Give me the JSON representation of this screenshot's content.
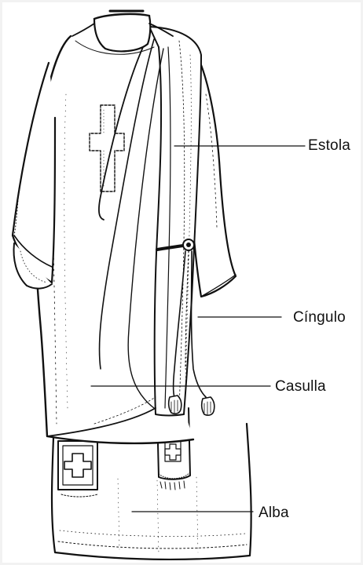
{
  "labels": {
    "estola": "Estola",
    "cingulo": "Cíngulo",
    "casulla": "Casulla",
    "alba": "Alba"
  },
  "colors": {
    "ink": "#111111",
    "paper": "#ffffff",
    "frame": "#f2f2f2"
  }
}
